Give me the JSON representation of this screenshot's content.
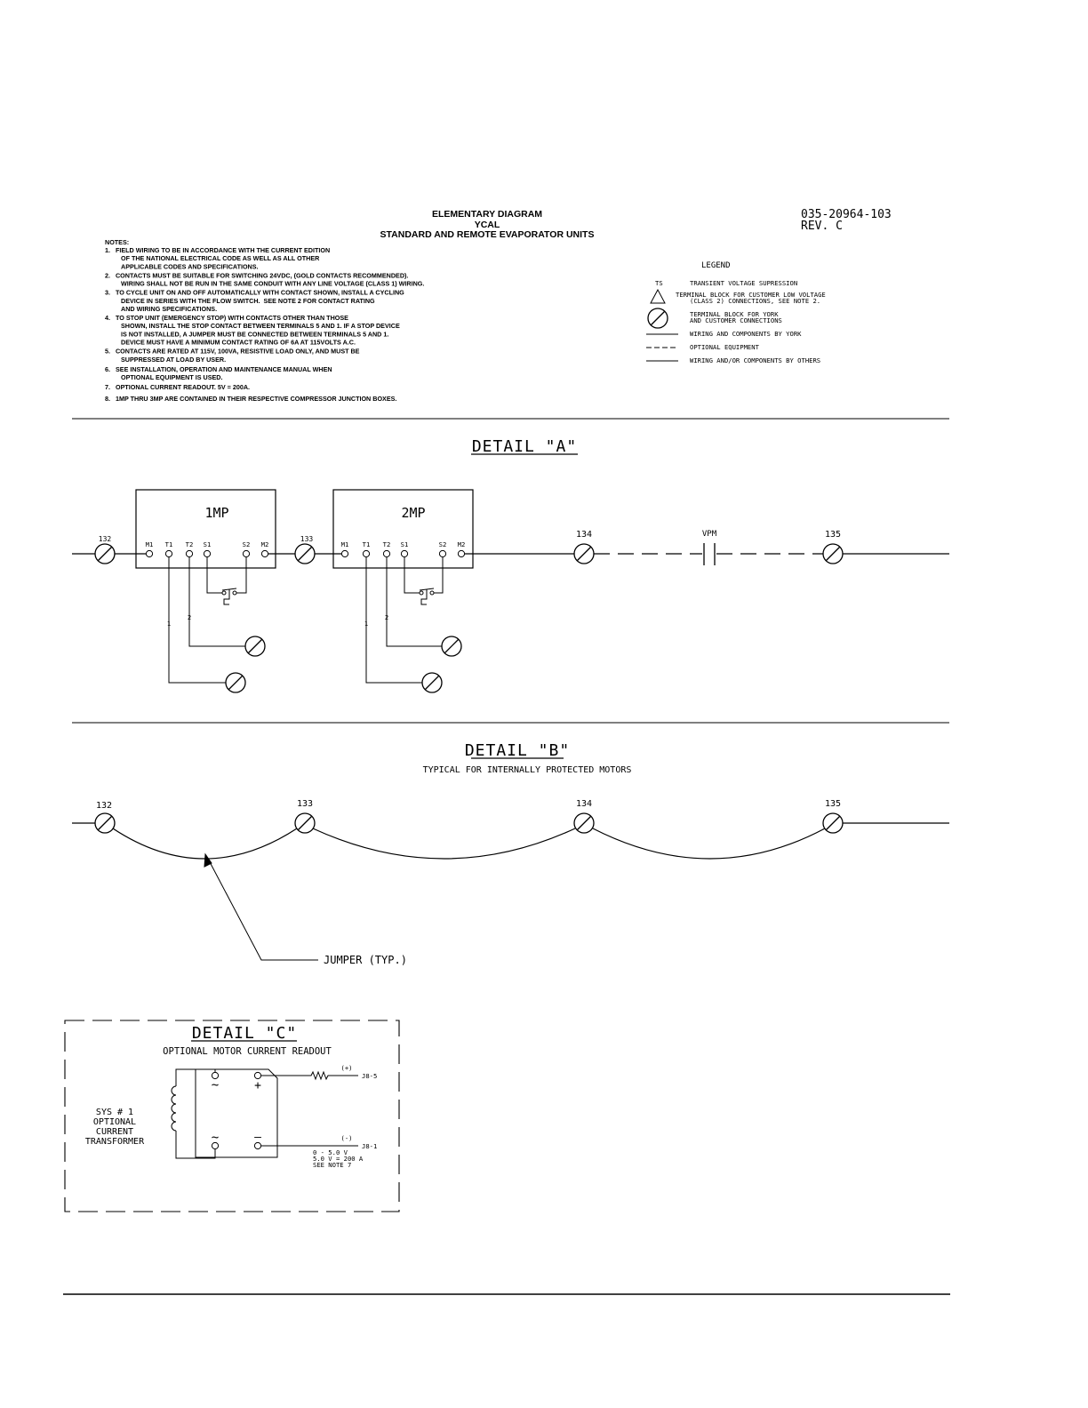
{
  "title": {
    "line1": "ELEMENTARY DIAGRAM",
    "line2": "YCAL",
    "line3": "STANDARD AND REMOTE EVAPORATOR UNITS"
  },
  "drawing": {
    "number": "035-20964-103",
    "rev": "REV. C"
  },
  "notes": {
    "heading": "NOTES:",
    "lines": [
      "1.   FIELD WIRING TO BE IN ACCORDANCE WITH THE CURRENT EDITION",
      "OF THE NATIONAL ELECTRICAL CODE AS WELL AS ALL OTHER",
      "APPLICABLE CODES AND SPECIFICATIONS.",
      "2.   CONTACTS MUST BE SUITABLE FOR SWITCHING 24VDC, (GOLD CONTACTS RECOMMENDED).",
      "WIRING SHALL NOT BE RUN IN THE SAME CONDUIT WITH ANY LINE VOLTAGE (CLASS 1) WIRING.",
      "3.   TO CYCLE UNIT ON AND OFF AUTOMATICALLY WITH CONTACT SHOWN, INSTALL A CYCLING",
      "DEVICE IN SERIES WITH THE FLOW SWITCH.  SEE NOTE 2 FOR CONTACT RATING",
      "AND WIRING SPECIFICATIONS.",
      "4.   TO STOP UNIT (EMERGENCY STOP) WITH CONTACTS OTHER THAN THOSE",
      "SHOWN, INSTALL THE STOP CONTACT BETWEEN TERMINALS 5 AND 1. IF A STOP DEVICE",
      "IS NOT INSTALLED, A JUMPER MUST BE CONNECTED BETWEEN TERMINALS 5 AND 1.",
      "DEVICE MUST HAVE A MINIMUM CONTACT RATING OF 6A AT 115VOLTS A.C.",
      "5.   CONTACTS ARE RATED AT 115V, 100VA, RESISTIVE LOAD ONLY, AND MUST BE",
      "SUPPRESSED AT LOAD BY USER.",
      "6.   SEE INSTALLATION, OPERATION AND MAINTENANCE MANUAL WHEN",
      "OPTIONAL EQUIPMENT IS USED.",
      "7.   OPTIONAL CURRENT READOUT. 5V = 200A.",
      "8.   1MP THRU 3MP ARE CONTAINED IN THEIR RESPECTIVE COMPRESSOR JUNCTION BOXES."
    ]
  },
  "legend": {
    "heading": "LEGEND",
    "ts_symbol": "TS",
    "ts_desc": "TRANSIENT VOLTAGE SUPRESSION",
    "tri_desc1": "TERMINAL BLOCK FOR CUSTOMER LOW VOLTAGE",
    "tri_desc2": "(CLASS 2) CONNECTIONS, SEE NOTE 2.",
    "circ_desc1": "TERMINAL BLOCK FOR YORK",
    "circ_desc2": "AND CUSTOMER CONNECTIONS",
    "solid_desc": "WIRING AND COMPONENTS BY YORK",
    "dash_desc": "OPTIONAL EQUIPMENT",
    "others_desc": "WIRING AND/OR COMPONENTS BY OTHERS"
  },
  "detail_a": {
    "title": "DETAIL \"A\"",
    "box1": "1MP",
    "box2": "2MP",
    "pins": {
      "m1": "M1",
      "t1": "T1",
      "t2": "T2",
      "s1": "S1",
      "s2": "S2",
      "m2": "M2"
    },
    "terminals": {
      "t132": "132",
      "t133": "133",
      "t134": "134",
      "t135": "135"
    },
    "vpm": "VPM",
    "wire1": "1",
    "wire2": "2"
  },
  "detail_b": {
    "title": "DETAIL \"B\"",
    "subtitle": "TYPICAL FOR INTERNALLY PROTECTED MOTORS",
    "terminals": {
      "t132": "132",
      "t133": "133",
      "t134": "134",
      "t135": "135"
    },
    "jumper": "JUMPER (TYP.)"
  },
  "detail_c": {
    "title": "DETAIL \"C\"",
    "subtitle": "OPTIONAL MOTOR CURRENT READOUT",
    "sys_lines": [
      "SYS # 1",
      "OPTIONAL",
      "CURRENT",
      "TRANSFORMER"
    ],
    "plus": "(+)",
    "minus": "(-)",
    "j8_5": "J8-5",
    "j8_1": "J8-1",
    "range1": "0 - 5.0 V",
    "range2": "5.0 V = 200 A",
    "range3": "SEE NOTE 7",
    "ac": "~",
    "pos": "+",
    "neg": "–"
  }
}
